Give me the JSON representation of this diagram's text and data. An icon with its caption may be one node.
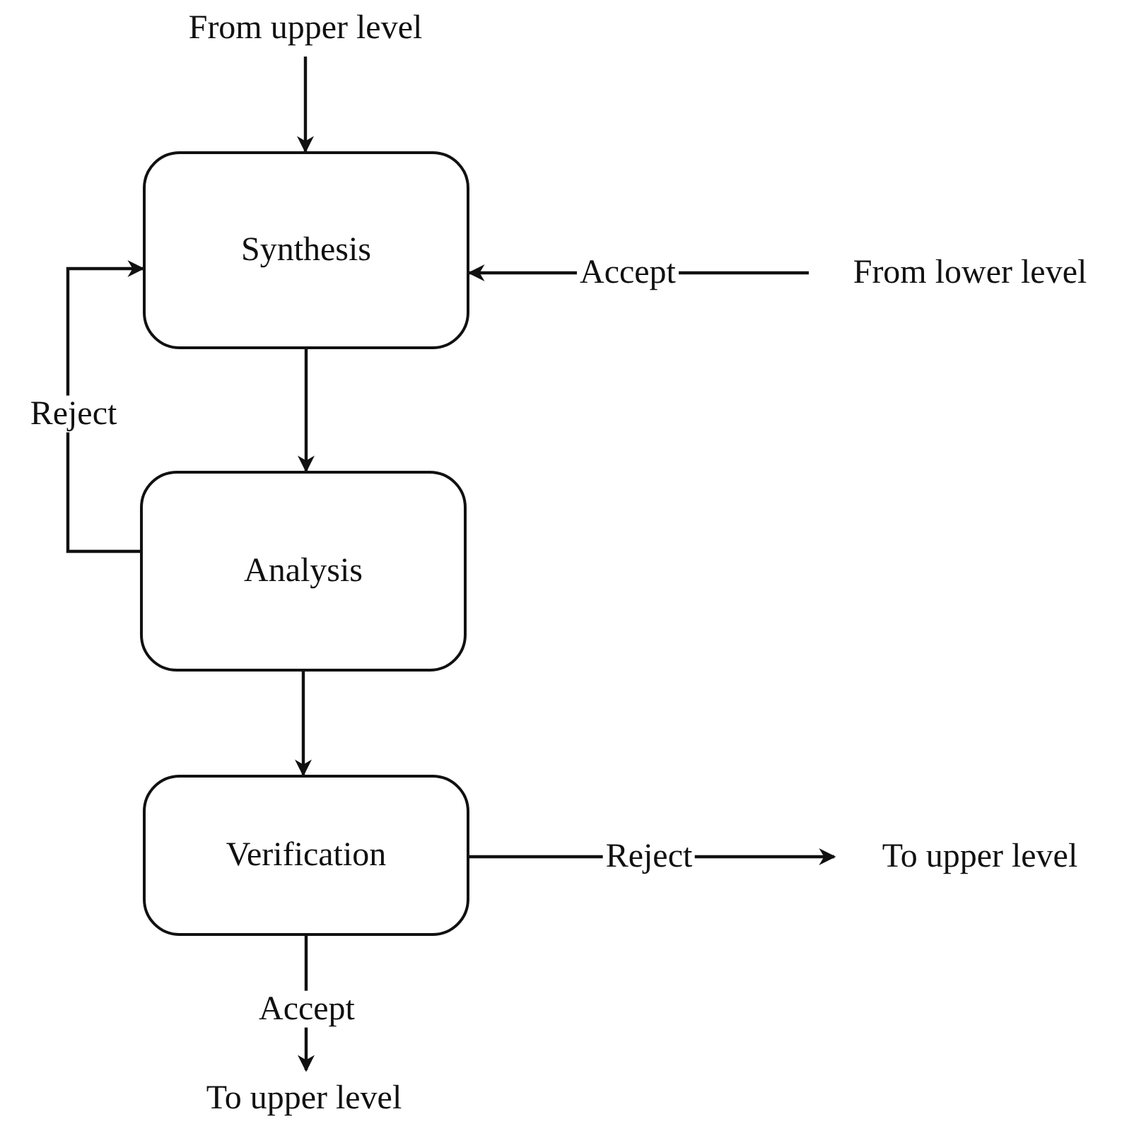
{
  "diagram": {
    "nodes": [
      {
        "text": [
          "From upper level"
        ]
      },
      {
        "text": [
          "Synthesis"
        ]
      },
      {
        "text": [
          "Analysis"
        ]
      },
      {
        "text": [
          "Verification"
        ]
      },
      {
        "text": [
          "From lower level"
        ]
      },
      {
        "text": [
          "To upper level"
        ]
      },
      {
        "text": [
          "To upper level"
        ]
      }
    ],
    "edges": [
      {
        "from": 0,
        "to": 1,
        "arrow": "to"
      },
      {
        "from": 4,
        "to": 1,
        "arrow": "to",
        "label": "Accept"
      },
      {
        "from": 1,
        "to": 2,
        "arrow": "to"
      },
      {
        "from": 2,
        "to": 1,
        "arrow": "to",
        "label": "Reject"
      },
      {
        "from": 2,
        "to": 3,
        "arrow": "to"
      },
      {
        "from": 3,
        "to": 5,
        "arrow": "to",
        "label": "Reject"
      },
      {
        "from": 3,
        "to": 6,
        "arrow": "to",
        "label": "Accept"
      }
    ]
  }
}
